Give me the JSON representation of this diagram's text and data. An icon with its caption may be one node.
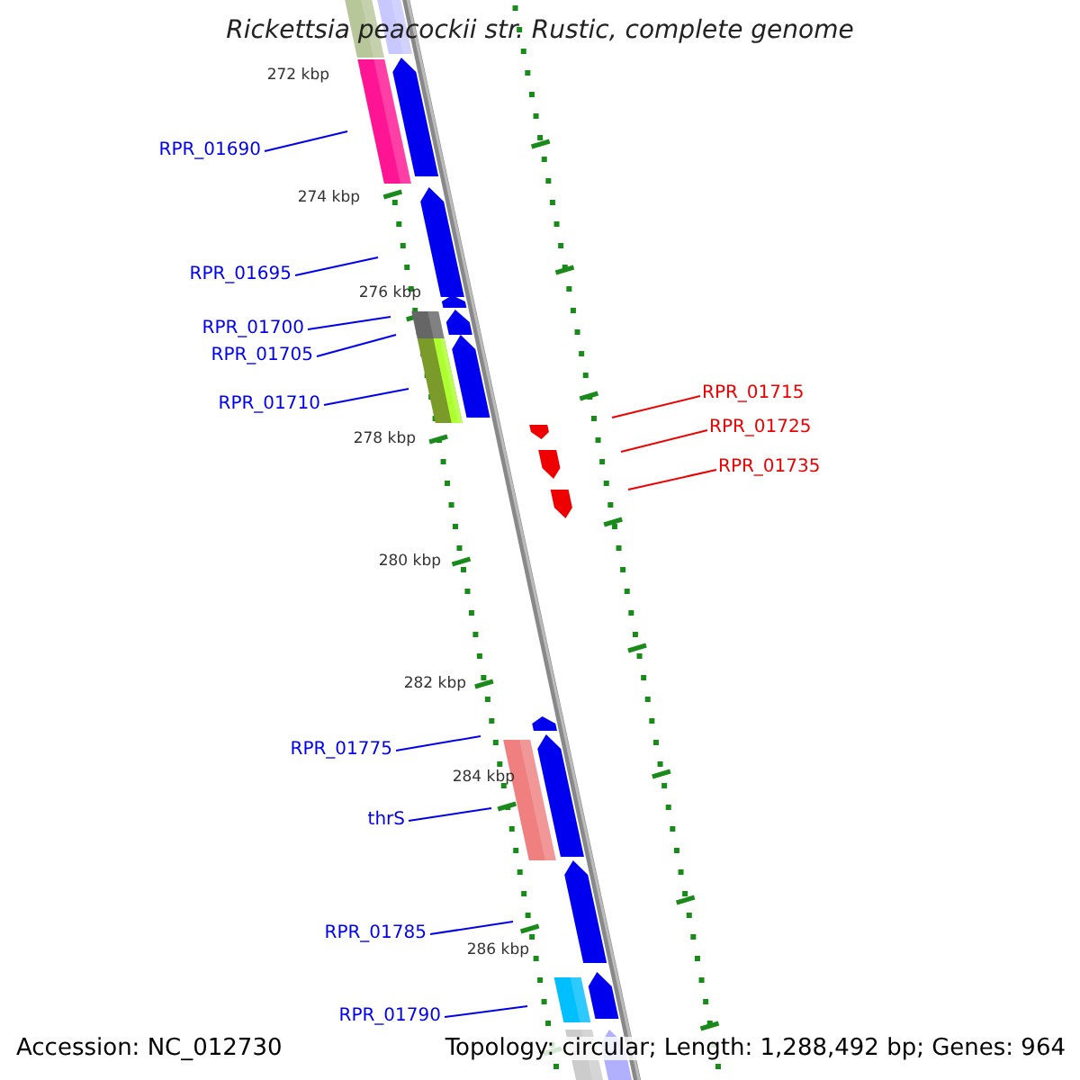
{
  "diagram": {
    "title": "Rickettsia peacockii str. Rustic, complete genome",
    "nodes": [
      {
        "text": [
          "RPR_01690"
        ]
      },
      {
        "text": [
          "RPR_01695"
        ]
      },
      {
        "text": [
          "RPR_01700"
        ]
      },
      {
        "text": [
          "RPR_01705"
        ]
      },
      {
        "text": [
          "RPR_01710"
        ]
      },
      {
        "text": [
          "RPR_01715"
        ]
      },
      {
        "text": [
          "RPR_01725"
        ]
      },
      {
        "text": [
          "RPR_01735"
        ]
      },
      {
        "text": [
          "RPR_01775"
        ]
      },
      {
        "text": [
          "thrS"
        ]
      },
      {
        "text": [
          "RPR_01785"
        ]
      },
      {
        "text": [
          "RPR_01790"
        ]
      }
    ],
    "edges": [
      {
        "from": 0,
        "to": null,
        "arrow": "none"
      },
      {
        "from": 1,
        "to": null,
        "arrow": "none"
      },
      {
        "from": 2,
        "to": null,
        "arrow": "none"
      },
      {
        "from": 3,
        "to": null,
        "arrow": "none"
      },
      {
        "from": 4,
        "to": null,
        "arrow": "none"
      },
      {
        "from": 5,
        "to": null,
        "arrow": "none",
        "color": "#ee0000"
      },
      {
        "from": 6,
        "to": null,
        "arrow": "none",
        "color": "#ee0000"
      },
      {
        "from": 7,
        "to": null,
        "arrow": "none",
        "color": "#ee0000"
      },
      {
        "from": 8,
        "to": null,
        "arrow": "none"
      },
      {
        "from": 9,
        "to": null,
        "arrow": "none"
      },
      {
        "from": 10,
        "to": null,
        "arrow": "none"
      },
      {
        "from": 11,
        "to": null,
        "arrow": "none"
      }
    ],
    "labels": [
      "272 kbp",
      "274 kbp",
      "276 kbp",
      "278 kbp",
      "280 kbp",
      "282 kbp",
      "284 kbp",
      "286 kbp",
      "Accession: NC_012730",
      "Topology: circular; Length: 1,288,492 bp; Genes: 964"
    ]
  }
}
